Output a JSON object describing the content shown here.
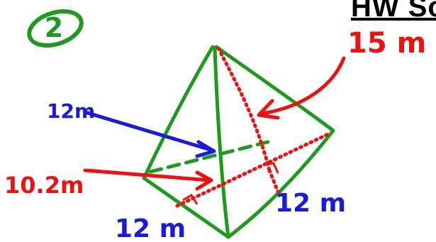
{
  "header": {
    "title_fragment": "HW Sol"
  },
  "problem": {
    "number": "2"
  },
  "labels": {
    "slant_height": "15 m",
    "blue_edge": "12m",
    "red_height": "10.2m",
    "base_left": "12 m",
    "base_right": "12 m"
  },
  "colors": {
    "green": "#1f9a1f",
    "red": "#ee1111",
    "blue": "#1a1adb",
    "black": "#000000"
  }
}
